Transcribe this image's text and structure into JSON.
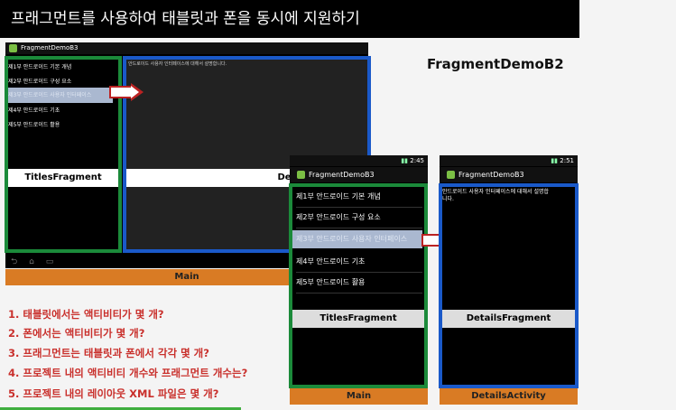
{
  "slide": {
    "title": "프래그먼트를 사용하여 태블릿과 폰을 동시에 지원하기",
    "heading": "FragmentDemoB2"
  },
  "tablet": {
    "app_title": "FragmentDemoB3",
    "items": [
      "제1부 안드로이드 기본 개념",
      "제2부 안드로이드 구성 요소",
      "제3부 안드로이드 사용자 인터페이스",
      "제4부 안드로이드 기초",
      "제5부 안드로이드 활용"
    ],
    "details_text": "안드로이드 사용자 인터페이스에 대해서 설명합니다.",
    "titles_label": "TitlesFragment",
    "details_label": "DetailsFragment",
    "activity_label": "Main"
  },
  "phone1": {
    "status_time": "2:45",
    "app_title": "FragmentDemoB3",
    "items": [
      "제1부 안드로이드 기본 개념",
      "제2부 안드로이드 구성 요소",
      "제3부 안드로이드 사용자 인터페이스",
      "제4부 안드로이드 기초",
      "제5부 안드로이드 활용"
    ],
    "fragment_label": "TitlesFragment",
    "activity_label": "Main"
  },
  "phone2": {
    "status_time": "2:51",
    "app_title": "FragmentDemoB3",
    "details_text": "안드로이드 사용자 인터페이스에 대해서 설명합니다.",
    "fragment_label": "DetailsFragment",
    "activity_label": "DetailsActivity"
  },
  "questions": [
    "1. 태블릿에서는 액티비티가 몇 개?",
    "2. 폰에서는 액티비티가 몇 개?",
    "3. 프래그먼트는 태블릿과 폰에서 각각 몇 개?",
    "4. 프로젝트 내의 액티비티 개수와 프래그먼트 개수는?",
    "5. 프로젝트 내의 레이아웃 XML 파일은 몇 개?"
  ],
  "colors": {
    "fragment_border_titles": "#1b8a3a",
    "fragment_border_details": "#1a59c9",
    "activity_bar": "#d97b24",
    "question_text": "#c9302c"
  }
}
